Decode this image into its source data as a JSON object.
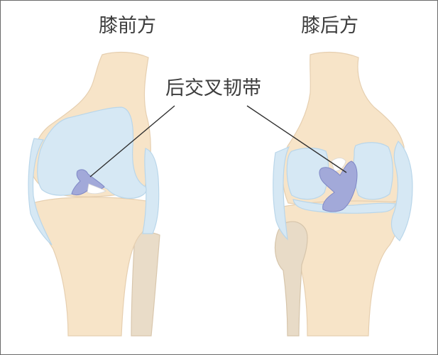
{
  "labels": {
    "front_view": "膝前方",
    "back_view": "膝后方",
    "ligament": "后交叉韧带"
  },
  "colors": {
    "bone": "#f7e4c8",
    "bone_outline": "#e6cfb0",
    "fibula_back": "#e8dbc7",
    "cartilage": "#d6e8f4",
    "cartilage_outline": "#b9d6ea",
    "ligament": "#a2a9d9",
    "ligament_outline": "#7f88c6",
    "leader_line": "#2f2f2f",
    "text": "#3d3d3d",
    "border": "#6a6a6a"
  }
}
